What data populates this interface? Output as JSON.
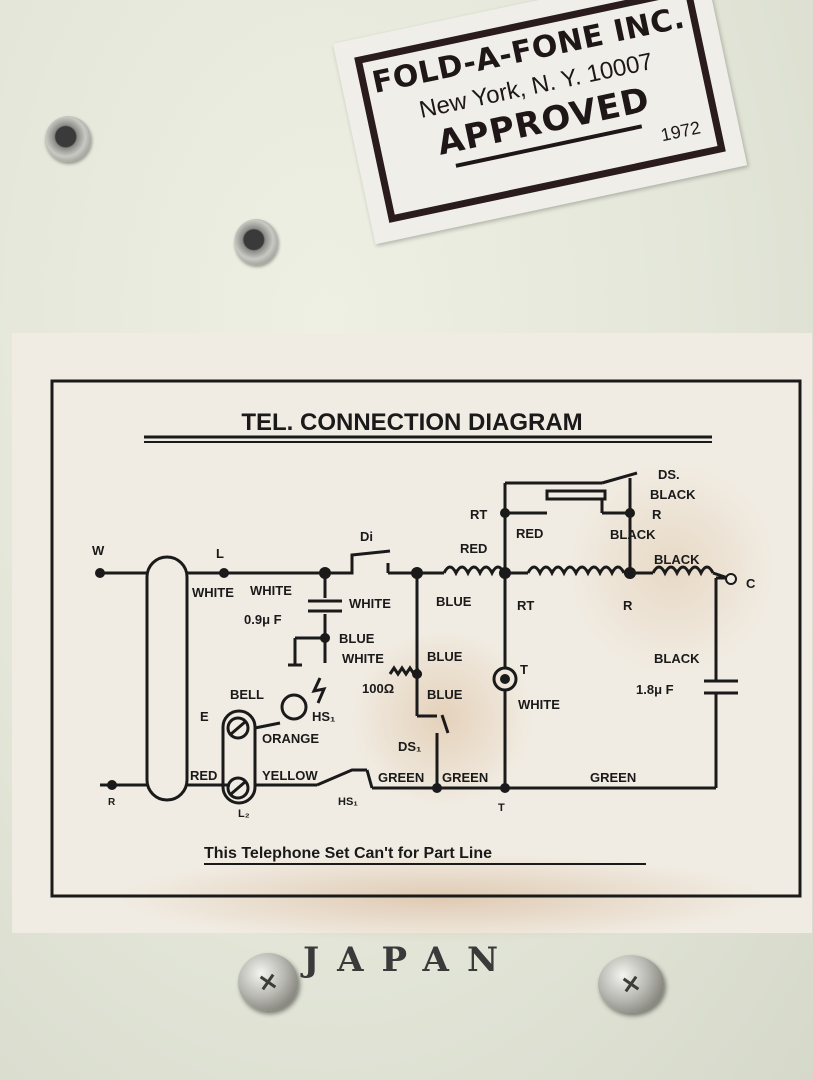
{
  "sticker": {
    "company": "FOLD-A-FONE INC.",
    "address": "New York, N. Y. 10007",
    "status": "APPROVED",
    "year": "1972"
  },
  "diagram": {
    "title": "TEL.  CONNECTION   DIAGRAM",
    "footer": "This Telephone Set Can't for Part Line",
    "labels": {
      "w": "W",
      "l": "L",
      "white1": "WHITE",
      "white2": "WHITE",
      "di": "Di",
      "red1": "RED",
      "rt1": "RT",
      "ds_top": "DS.",
      "black1": "BLACK",
      "r1": "R",
      "red2": "RED",
      "black2": "BLACK",
      "black3": "BLACK",
      "c": "C",
      "cap1": "0.9μ F",
      "white3": "WHITE",
      "blue1": "BLUE",
      "rt2": "RT",
      "r2": "R",
      "blue2": "BLUE",
      "white4": "WHITE",
      "blue3": "BLUE",
      "black4": "BLACK",
      "t1": "T",
      "res": "100Ω",
      "blue4": "BLUE",
      "bell": "BELL",
      "hs1": "HS₁",
      "white5": "WHITE",
      "cap2": "1.8μ F",
      "e": "E",
      "orange": "ORANGE",
      "ds2": "DS₁",
      "red3": "RED",
      "yellow": "YELLOW",
      "green1": "GREEN",
      "green2": "GREEN",
      "green3": "GREEN",
      "r3": "R",
      "hs2": "HS₁",
      "t2": "T",
      "l2": "L₂"
    }
  },
  "stamp": "JAPAN",
  "colors": {
    "paint": "#e3e6d8",
    "label": "#f1ece3",
    "ink": "#1a1a1a",
    "stain": "#c9a27a"
  }
}
